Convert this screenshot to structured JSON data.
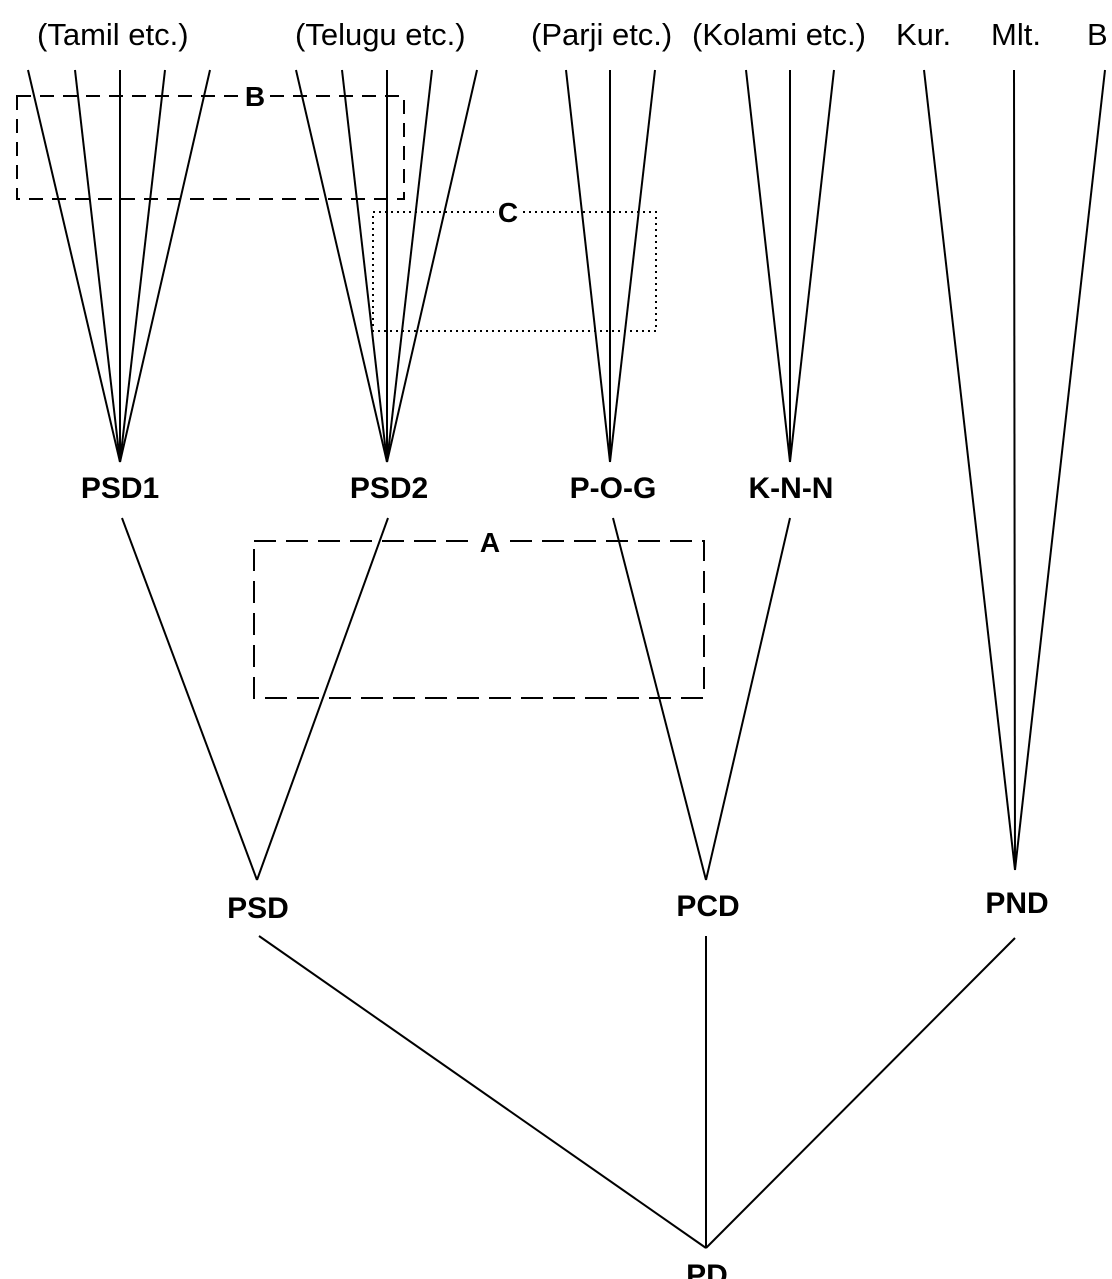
{
  "leaf_groups": {
    "tamil": "(Tamil etc.)",
    "telugu": "(Telugu etc.)",
    "parji": "(Parji etc.)",
    "kolami": "(Kolami etc.)",
    "kurux": "Kur.",
    "malto": "Mlt.",
    "brahui": "B"
  },
  "subgroups": {
    "psd1": "PSD1",
    "psd2": "PSD2",
    "pog": "P-O-G",
    "knn": "K-N-N"
  },
  "branches": {
    "psd": "PSD",
    "pcd": "PCD",
    "pnd": "PND"
  },
  "root": "PD",
  "boxes": {
    "a": "A",
    "b": "B",
    "c": "C"
  }
}
